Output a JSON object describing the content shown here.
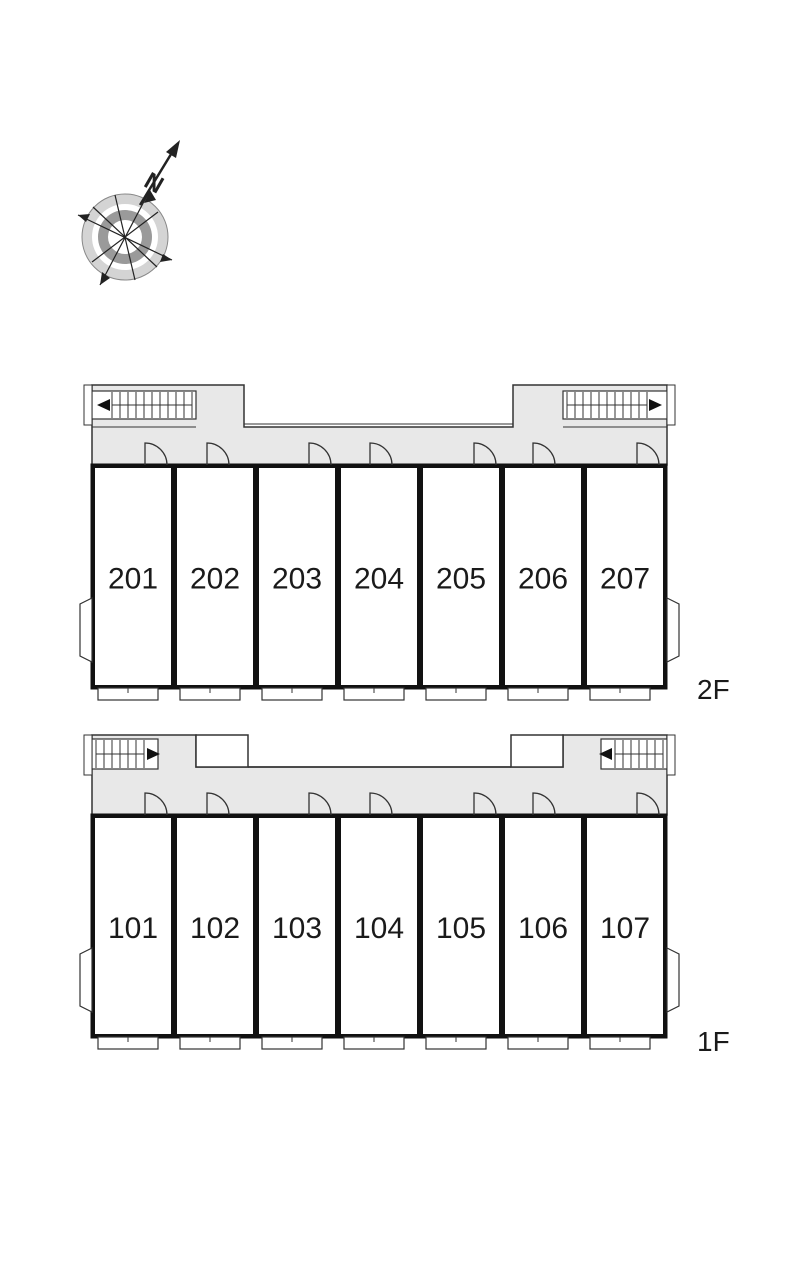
{
  "compass": {
    "north_letter": "N",
    "icon": "compass-rose-icon"
  },
  "floors": [
    {
      "label": "2F",
      "units": [
        "201",
        "202",
        "203",
        "204",
        "205",
        "206",
        "207"
      ]
    },
    {
      "label": "1F",
      "units": [
        "101",
        "102",
        "103",
        "104",
        "105",
        "106",
        "107"
      ]
    }
  ],
  "colors": {
    "corridor": "#e8e8e8",
    "wall": "#111111",
    "line": "#444444"
  }
}
